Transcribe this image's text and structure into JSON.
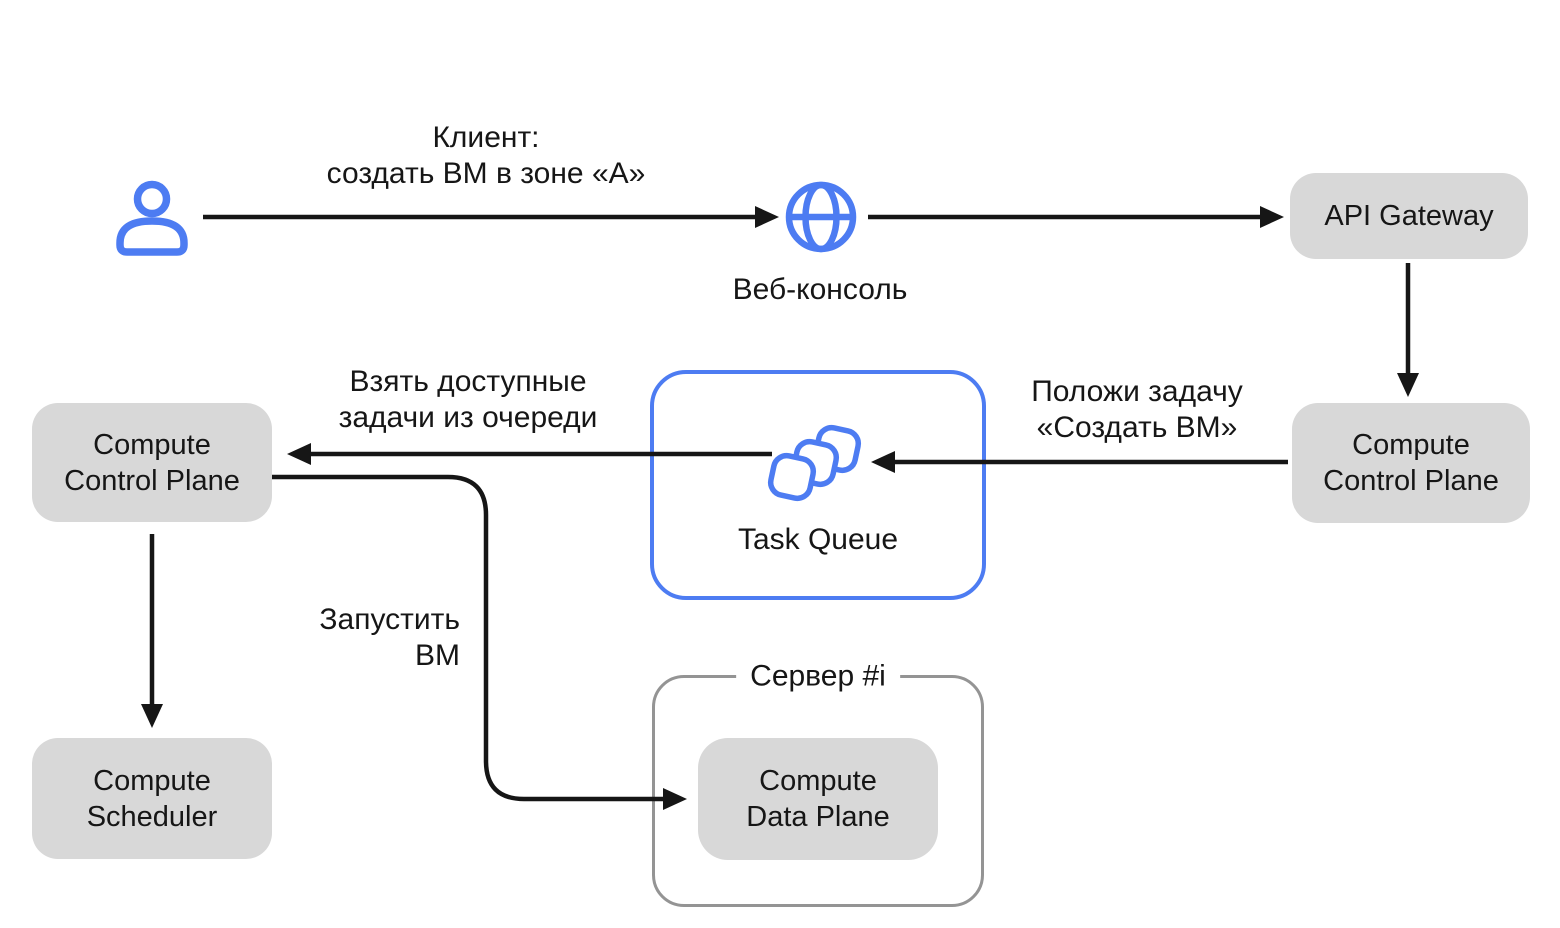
{
  "colors": {
    "accent_blue": "#4d7cf2",
    "node_fill": "#d8d8d8",
    "server_border": "#949494",
    "arrow_black": "#161616",
    "background": "#ffffff"
  },
  "icons": {
    "client": "user-icon",
    "web_console": "globe-icon",
    "task_queue": "stacked-cards-icon"
  },
  "labels": {
    "client_request": {
      "line1": "Клиент:",
      "line2": "создать ВМ в зоне «А»"
    },
    "web_console": "Веб-консоль",
    "put_task": {
      "line1": "Положи задачу",
      "line2": "«Создать ВМ»"
    },
    "take_tasks": {
      "line1": "Взять доступные",
      "line2": "задачи из очереди"
    },
    "launch_vm": {
      "line1": "Запустить",
      "line2": "ВМ"
    }
  },
  "nodes": {
    "api_gateway": {
      "label": "API Gateway"
    },
    "compute_control_plane_right": {
      "line1": "Compute",
      "line2": "Control Plane"
    },
    "task_queue": {
      "label": "Task Queue"
    },
    "compute_control_plane_left": {
      "line1": "Compute",
      "line2": "Control Plane"
    },
    "compute_scheduler": {
      "line1": "Compute",
      "line2": "Scheduler"
    },
    "server": {
      "label": "Сервер #i"
    },
    "compute_data_plane": {
      "line1": "Compute",
      "line2": "Data Plane"
    }
  }
}
